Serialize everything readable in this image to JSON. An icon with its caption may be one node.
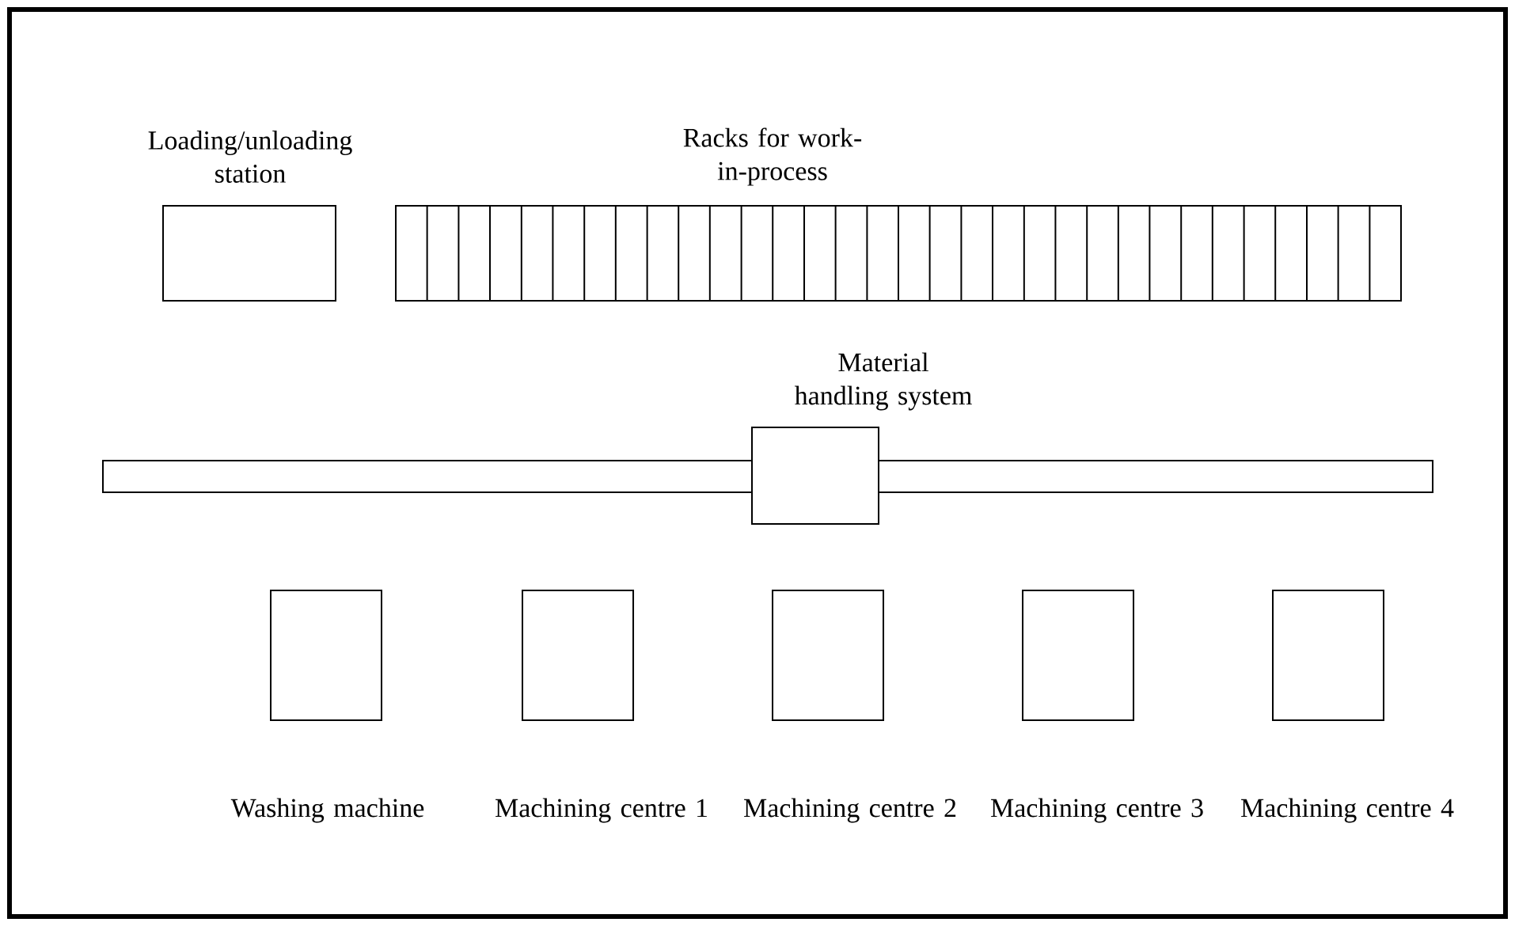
{
  "diagram": {
    "nodes": [
      {
        "text": [
          "Loading/unloading station"
        ]
      },
      {
        "text": [
          "Racks for work-in-process"
        ]
      },
      {
        "text": [
          "Material handling system"
        ]
      },
      {
        "text": [],
        "shape": "box"
      },
      {
        "text": [
          "Washing machine"
        ]
      },
      {
        "text": [
          "Machining centre 1"
        ]
      },
      {
        "text": [
          "Machining centre 2"
        ]
      },
      {
        "text": [
          "Machining centre 3"
        ]
      },
      {
        "text": [
          "Machining centre 4"
        ]
      }
    ]
  }
}
